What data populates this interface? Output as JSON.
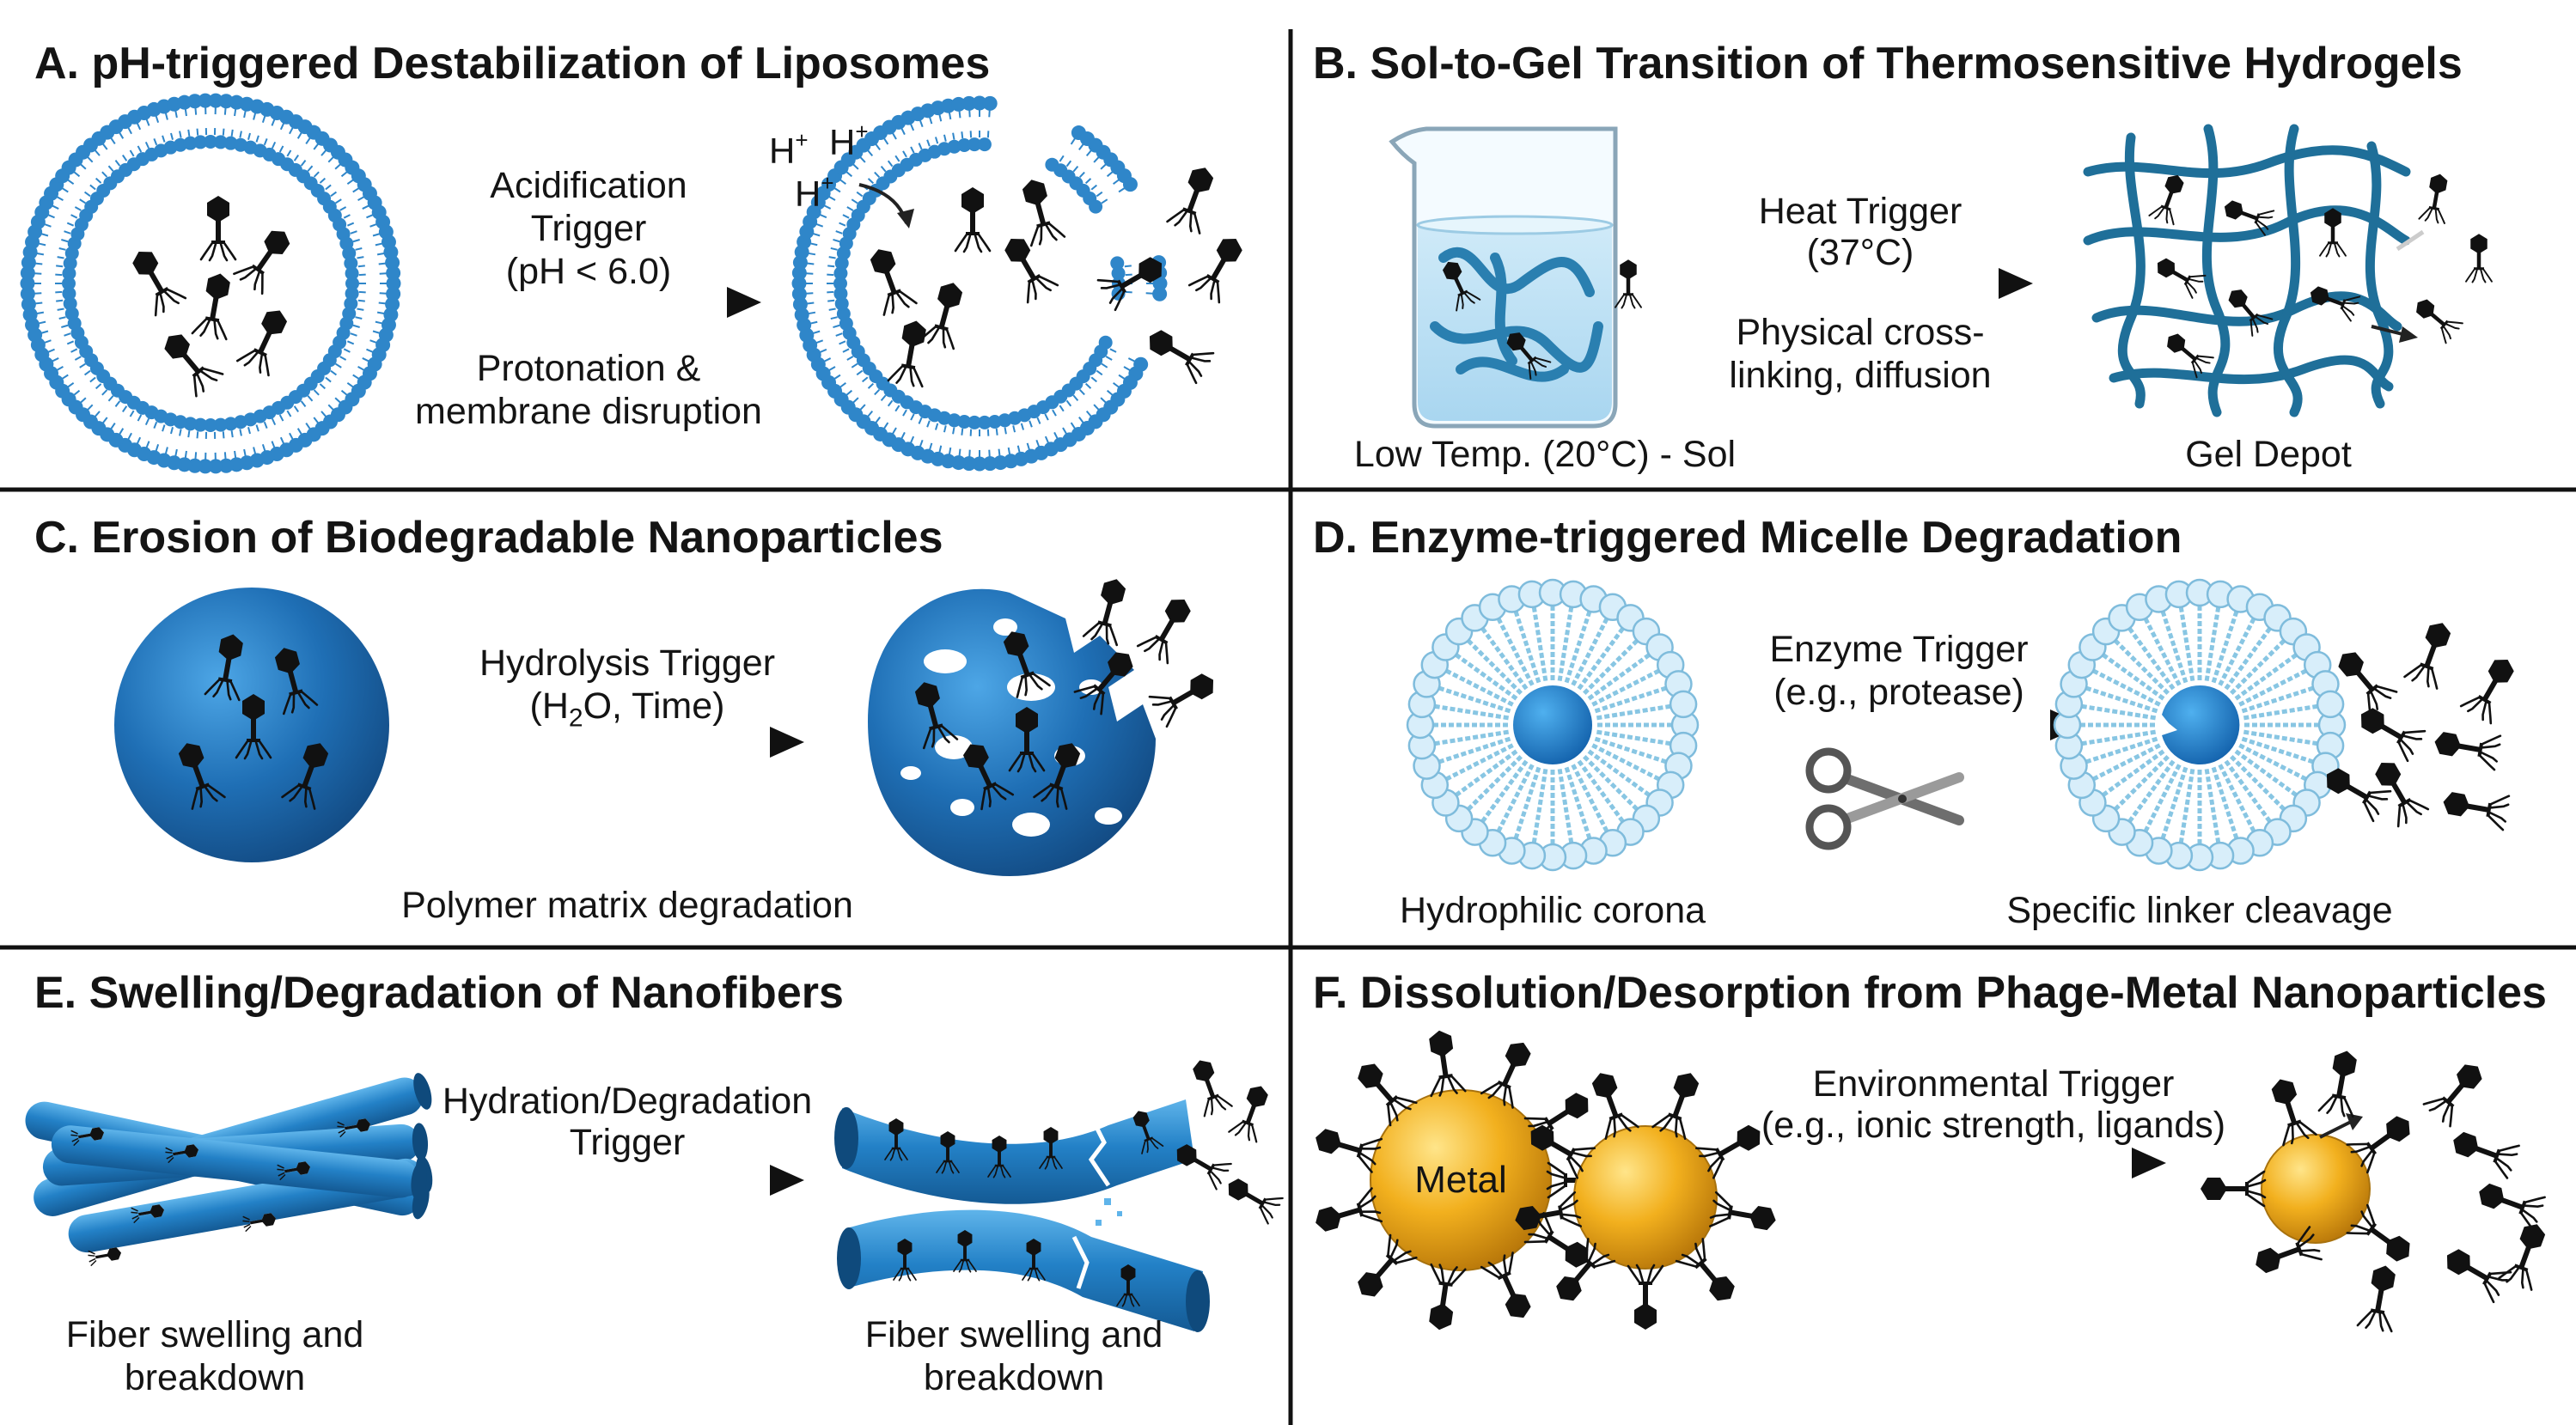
{
  "colors": {
    "membrane": "#2f86c9",
    "bead_fill": "#d8eefa",
    "particle_blue": "#1f6fb5",
    "gel_strand": "#1f6f99",
    "metal_gold": "#f2b01e",
    "phage": "#111111",
    "divider": "#111111"
  },
  "panels": {
    "a": {
      "title": "A.  pH-triggered Destabilization of Liposomes",
      "arrow_top_1": "Acidification",
      "arrow_top_2": "Trigger",
      "arrow_top_3": "(pH < 6.0)",
      "arrow_bottom": "Protonation & membrane disruption",
      "proton_symbol": "H",
      "proton_charge": "+"
    },
    "b": {
      "title": "B. Sol-to-Gel Transition of Thermosensitive Hydrogels",
      "arrow_top_1": "Heat Trigger",
      "arrow_top_2": "(37°C)",
      "arrow_bottom_1": "Physical cross-",
      "arrow_bottom_2": "linking, diffusion",
      "left_caption": "Low Temp. (20°C) - Sol",
      "right_caption": "Gel Depot"
    },
    "c": {
      "title": "C. Erosion of Biodegradable Nanoparticles",
      "arrow_top_1": "Hydrolysis Trigger",
      "arrow_top_2a": "(H",
      "arrow_top_2sub": "2",
      "arrow_top_2b": "O, Time)",
      "caption": "Polymer matrix degradation"
    },
    "d": {
      "title": "D. Enzyme-triggered Micelle Degradation",
      "arrow_top_1": "Enzyme Trigger",
      "arrow_top_2": "(e.g., protease)",
      "left_caption": "Hydrophilic corona",
      "right_caption": "Specific linker cleavage",
      "scissors_icon": "scissors-icon"
    },
    "e": {
      "title": "E. Swelling/Degradation of Nanofibers",
      "arrow_top_1": "Hydration/Degradation",
      "arrow_top_2": "Trigger",
      "left_caption": "Fiber swelling and breakdown",
      "right_caption": "Fiber swelling and breakdown"
    },
    "f": {
      "title": "F. Dissolution/Desorption from Phage-Metal Nanoparticles",
      "arrow_top_1": "Environmental Trigger",
      "arrow_top_2": "(e.g., ionic strength, ligands)",
      "metal_label": "Metal"
    }
  }
}
